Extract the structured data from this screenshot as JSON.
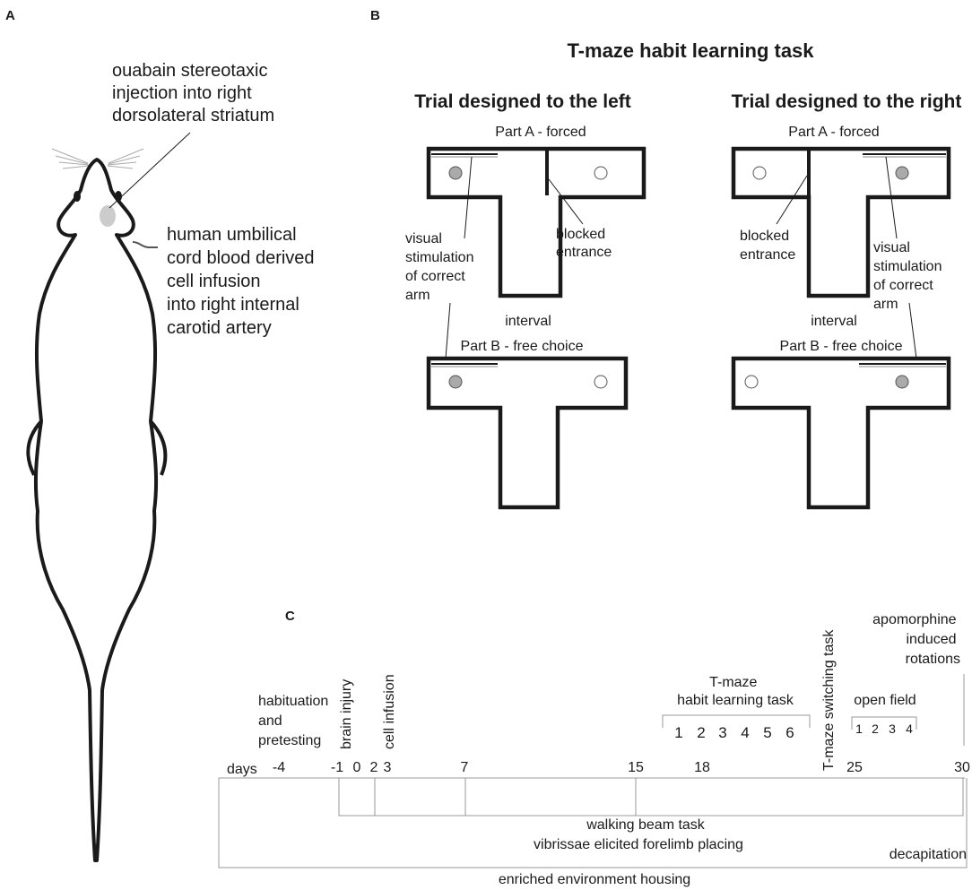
{
  "panels": {
    "a": "A",
    "b": "B",
    "c": "C"
  },
  "panel_a": {
    "injection_label": [
      "ouabain stereotaxic",
      "injection into right",
      "dorsolateral striatum"
    ],
    "infusion_label": [
      "human umbilical",
      "cord blood derived",
      "cell infusion",
      "into right internal",
      "carotid artery"
    ]
  },
  "panel_b": {
    "title": "T-maze habit learning task",
    "left": {
      "heading": "Trial designed to the left",
      "part_a": "Part A - forced",
      "part_b": "Part B - free choice",
      "interval": "interval",
      "visual_label": [
        "visual",
        "stimulation",
        "of correct",
        "arm"
      ],
      "blocked_label": [
        "blocked",
        "entrance"
      ]
    },
    "right": {
      "heading": "Trial designed to the right",
      "part_a": "Part A - forced",
      "part_b": "Part B - free choice",
      "interval": "interval",
      "visual_label": [
        "visual",
        "stimulation",
        "of correct",
        "arm"
      ],
      "blocked_label": [
        "blocked",
        "entrance"
      ]
    }
  },
  "panel_c": {
    "days_label": "days",
    "day_ticks": [
      "-4",
      "-1",
      "0",
      "2",
      "3",
      "7",
      "15",
      "18",
      "25",
      "30"
    ],
    "habituation": [
      "habituation",
      "and",
      "pretesting"
    ],
    "brain_injury": "brain injury",
    "cell_infusion": "cell infusion",
    "tmaze_habit": [
      "T-maze",
      "habit learning task"
    ],
    "tmaze_days": [
      "1",
      "2",
      "3",
      "4",
      "5",
      "6"
    ],
    "tmaze_switching": "T-maze switching task",
    "open_field": "open field",
    "open_field_days": [
      "1",
      "2",
      "3",
      "4"
    ],
    "apomorphine": [
      "apomorphine",
      "induced",
      "rotations"
    ],
    "walking_beam": "walking beam task",
    "vibrissae": "vibrissae elicited forelimb placing",
    "decapitation": "decapitation",
    "enriched": "enriched environment housing"
  },
  "colors": {
    "ink": "#1a1a1a",
    "gray_dot": "#aaaaaa",
    "injection_spot": "#cccccc",
    "rule": "#999999"
  }
}
